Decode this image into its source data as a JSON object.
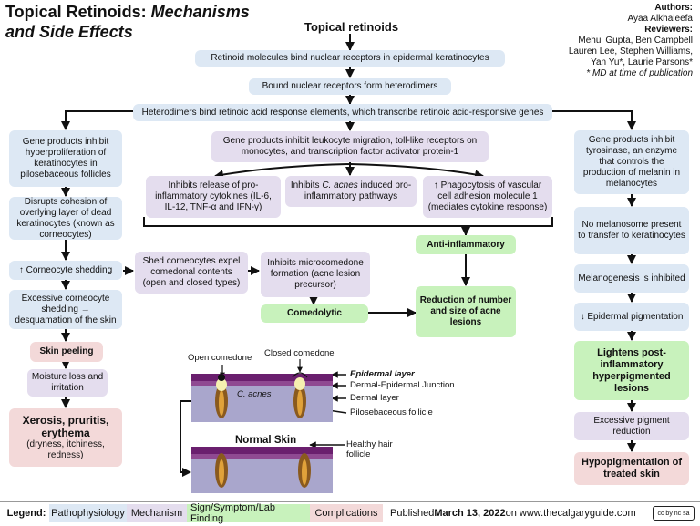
{
  "header": {
    "title_part1": "Topical Retinoids: ",
    "title_part2": "Mechanisms",
    "title_line2": "and Side Effects",
    "authors_label": "Authors:",
    "authors": "Ayaa Alkhaleefa",
    "reviewers_label": "Reviewers:",
    "reviewers_line1": "Mehul Gupta, Ben Campbell",
    "reviewers_line2": "Lauren Lee, Stephen Williams,",
    "reviewers_line3": "Yan Yu*, Laurie Parsons*",
    "reviewers_note": "* MD at time of publication"
  },
  "top_chain": {
    "root": "Topical retinoids",
    "step1": "Retinoid molecules bind nuclear receptors in epidermal keratinocytes",
    "step2": "Bound nuclear receptors form heterodimers",
    "step3": "Heterodimers bind retinoic acid response elements, which transcribe retinoic acid-responsive genes"
  },
  "left_column": {
    "b1": "Gene products inhibit hyperproliferation of keratinocytes in pilosebaceous follicles",
    "b2": "Disrupts cohesion of overlying layer of dead keratinocytes (known as corneocytes)",
    "b3": "↑ Corneocyte shedding",
    "b4": "Excessive corneocyte shedding → desquamation of the skin",
    "b5": "Skin peeling",
    "b6": "Moisture loss and irritation",
    "b7_title": "Xerosis, pruritis, erythema",
    "b7_sub": "(dryness, itchiness, redness)"
  },
  "middle": {
    "gene_leuko": "Gene products inhibit leukocyte migration, toll-like receptors on monocytes, and transcription factor activator protein-1",
    "cytokines": "Inhibits release of pro-inflammatory cytokines (IL-6, IL-12, TNF-α and IFN-γ)",
    "cacnes_pre": "Inhibits ",
    "cacnes_italic": "C. acnes",
    "cacnes_post": " induced pro-inflammatory pathways",
    "phago": "↑ Phagocytosis of vascular cell adhesion molecule 1 (mediates cytokine response)",
    "anti_inflammatory": "Anti-inflammatory",
    "shed": "Shed corneocytes expel comedonal contents (open and closed types)",
    "microcomedone": "Inhibits microcomedone formation (acne lesion precursor)",
    "comedolytic": "Comedolytic",
    "reduction": "Reduction of number and size of acne lesions"
  },
  "right_column": {
    "b1": "Gene products inhibit tyrosinase, an enzyme that controls the production of melanin in melanocytes",
    "b2": "No melanosome present to transfer to keratinocytes",
    "b3": "Melanogenesis is inhibited",
    "b4": "↓ Epidermal pigmentation",
    "b5": "Lightens post-inflammatory hyperpigmented lesions",
    "b6": "Excessive pigment reduction",
    "b7": "Hypopigmentation of treated skin"
  },
  "skin_diagram": {
    "open_comedone": "Open comedone",
    "closed_comedone": "Closed comedone",
    "c_acnes": "C. acnes",
    "epidermal_layer": "Epidermal layer",
    "dej": "Dermal-Epidermal Junction",
    "dermal_layer": "Dermal layer",
    "pilosebaceous": "Pilosebaceous follicle",
    "normal_skin": "Normal Skin",
    "healthy_hair_1": "Healthy hair",
    "healthy_hair_2": "follicle",
    "colors": {
      "epidermis": "#6a1f6e",
      "junction": "#8f4a92",
      "dermis": "#a9a6cc",
      "follicle": "#8a5a1e",
      "follicle_inner": "#e0a23a"
    }
  },
  "legend": {
    "label": "Legend:",
    "patho": "Pathophysiology",
    "mech": "Mechanism",
    "sign": "Sign/Symptom/Lab Finding",
    "comp": "Complications",
    "published_pre": "Published ",
    "published_date": "March 13, 2022",
    "published_post": " on www.thecalgaryguide.com",
    "license": "cc by nc sa"
  }
}
